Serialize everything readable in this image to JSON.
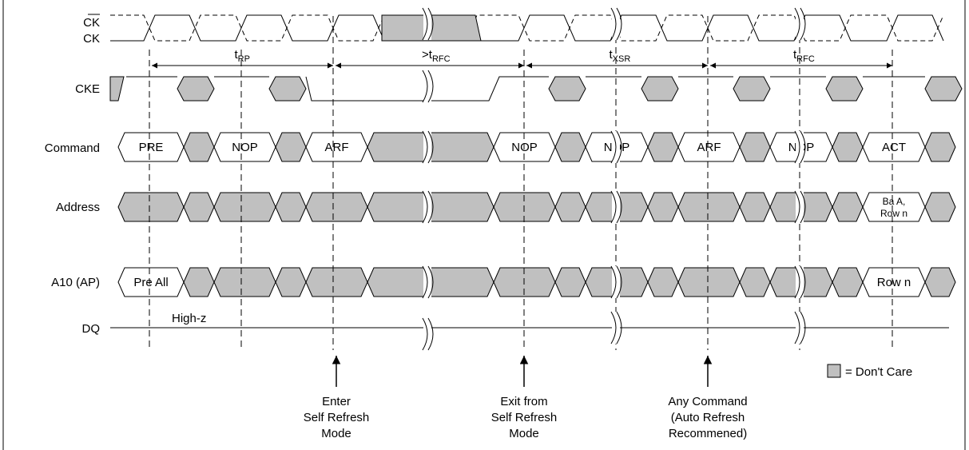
{
  "signals": {
    "ck_bar": "CK",
    "ck": "CK",
    "cke": "CKE",
    "command": "Command",
    "address": "Address",
    "a10": "A10 (AP)",
    "dq": "DQ"
  },
  "timing": {
    "t1": {
      "base": "t",
      "sub": "RP"
    },
    "t2": {
      "base": ">t",
      "sub": "RFC"
    },
    "t3": {
      "base": "t",
      "sub": "XSR"
    },
    "t4": {
      "base": "t",
      "sub": "RFC"
    }
  },
  "commands": [
    "PRE",
    "NOP",
    "ARF",
    "NOP",
    "NOP",
    "ARF",
    "NOP",
    "ACT"
  ],
  "address_last": [
    "Ba A,",
    "Row n"
  ],
  "a10": {
    "first": "Pre All",
    "last": "Row n"
  },
  "dq_label": "High-z",
  "annotations": {
    "enter": [
      "Enter",
      "Self Refresh",
      "Mode"
    ],
    "exit": [
      "Exit from",
      "Self Refresh",
      "Mode"
    ],
    "any": [
      "Any Command",
      "(Auto Refresh",
      "Recommened)"
    ]
  },
  "legend": {
    "label": "= Don't Care",
    "color": "#c0c0c0"
  }
}
